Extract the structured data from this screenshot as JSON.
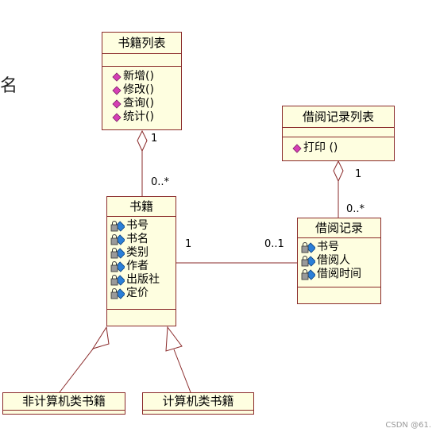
{
  "left_edge_fragment": "名",
  "classes": {
    "book_list": {
      "name": "书籍列表",
      "operations": [
        "新增()",
        "修改()",
        "查询()",
        "统计()"
      ]
    },
    "borrow_list": {
      "name": "借阅记录列表",
      "operations": [
        "打印 ()"
      ]
    },
    "book": {
      "name": "书籍",
      "attributes": [
        "书号",
        "书名",
        "类别",
        "作者",
        "出版社",
        "定价"
      ]
    },
    "borrow_record": {
      "name": "借阅记录",
      "attributes": [
        "书号",
        "借阅人",
        "借阅时间"
      ]
    },
    "non_cs_book": {
      "name": "非计算机类书籍"
    },
    "cs_book": {
      "name": "计算机类书籍"
    }
  },
  "multiplicities": {
    "list_to_book_top": "1",
    "list_to_book_bottom": "0..*",
    "borrowlist_to_record_top": "1",
    "borrowlist_to_record_bottom": "0..*",
    "book_to_record_left": "1",
    "book_to_record_right": "0..1"
  },
  "watermark": "CSDN @61.",
  "colors": {
    "box_fill": "#fefee0",
    "box_border": "#8a2a2a",
    "line": "#8a2a2a",
    "op_icon": "#d63fb5",
    "attr_icon": "#2b7fd8"
  }
}
